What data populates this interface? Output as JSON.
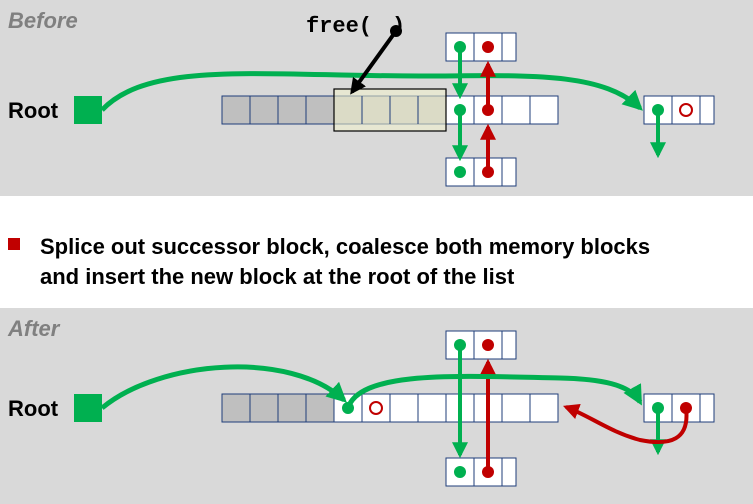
{
  "before": {
    "label": "Before",
    "root_label": "Root",
    "call": "free("
  },
  "caption": {
    "line1": "Splice out successor block, coalesce both memory blocks",
    "line2": "and insert the new block at the root of the list"
  },
  "after": {
    "label": "After",
    "root_label": "Root"
  },
  "colors": {
    "free_link": "#00b050",
    "prev_link": "#c00000",
    "freed_block": "#f2f2cc",
    "allocated": "#bfbfbf",
    "panel_bg": "#d9d9d9"
  }
}
